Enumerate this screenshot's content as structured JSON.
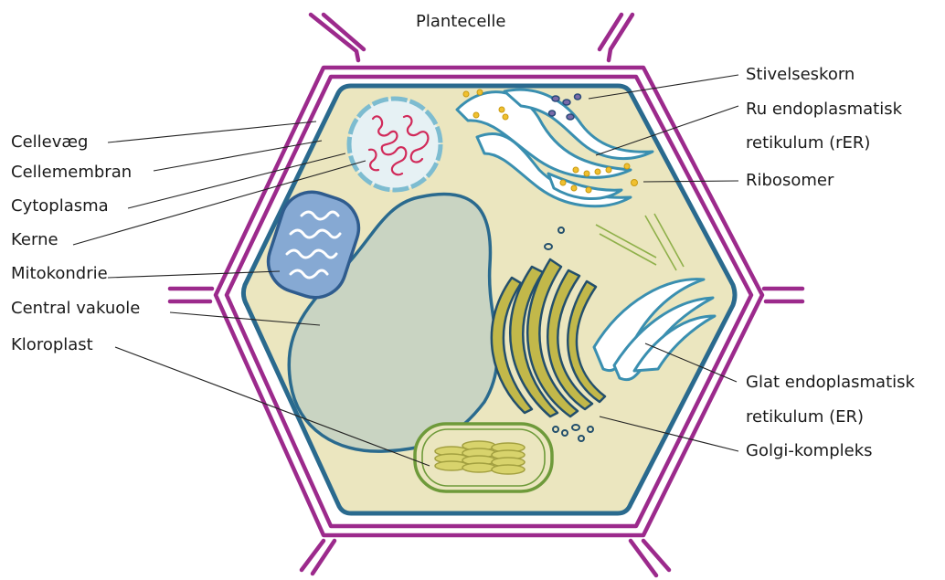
{
  "diagram": {
    "title": "Plantecelle",
    "labels": {
      "cellevaeg": "Cellevæg",
      "cellemembran": "Cellemembran",
      "cytoplasma": "Cytoplasma",
      "kerne": "Kerne",
      "mitokondrie": "Mitokondrie",
      "central_vakuole": "Central vakuole",
      "kloroplast": "Kloroplast",
      "stivelseskorn": "Stivelseskorn",
      "ru_er_line1": "Ru endoplasmatisk",
      "ru_er_line2": "retikulum (rER)",
      "ribosomer": "Ribosomer",
      "glat_er_line1": "Glat endoplasmatisk",
      "glat_er_line2": "retikulum (ER)",
      "golgi": "Golgi-kompleks"
    }
  },
  "colors": {
    "cell_wall": "#9c2a8c",
    "membrane": "#2a6a8e",
    "cytoplasm": "#ebe6bf",
    "vacuole_fill": "#c9d4c2",
    "vacuole_stroke": "#2a6a8e",
    "nucleus_fill": "#e6f1f4",
    "nucleus_stroke": "#7dbcd0",
    "chromatin": "#d12a5a",
    "mitochondrion_fill": "#86a9d3",
    "mitochondrion_stroke": "#2f5c8e",
    "chloroplast_stroke": "#6e9a3a",
    "thylakoid": "#d8d36c",
    "rer_fill": "#ffffff",
    "rer_stroke": "#3a8fb0",
    "ribosome": "#f0c030",
    "golgi_fill": "#c2b84a",
    "golgi_stroke": "#234f6c",
    "starch_fill": "#7a6aa8",
    "starch_stroke": "#2a4a7a",
    "cytoskeleton": "#8fb04a"
  }
}
